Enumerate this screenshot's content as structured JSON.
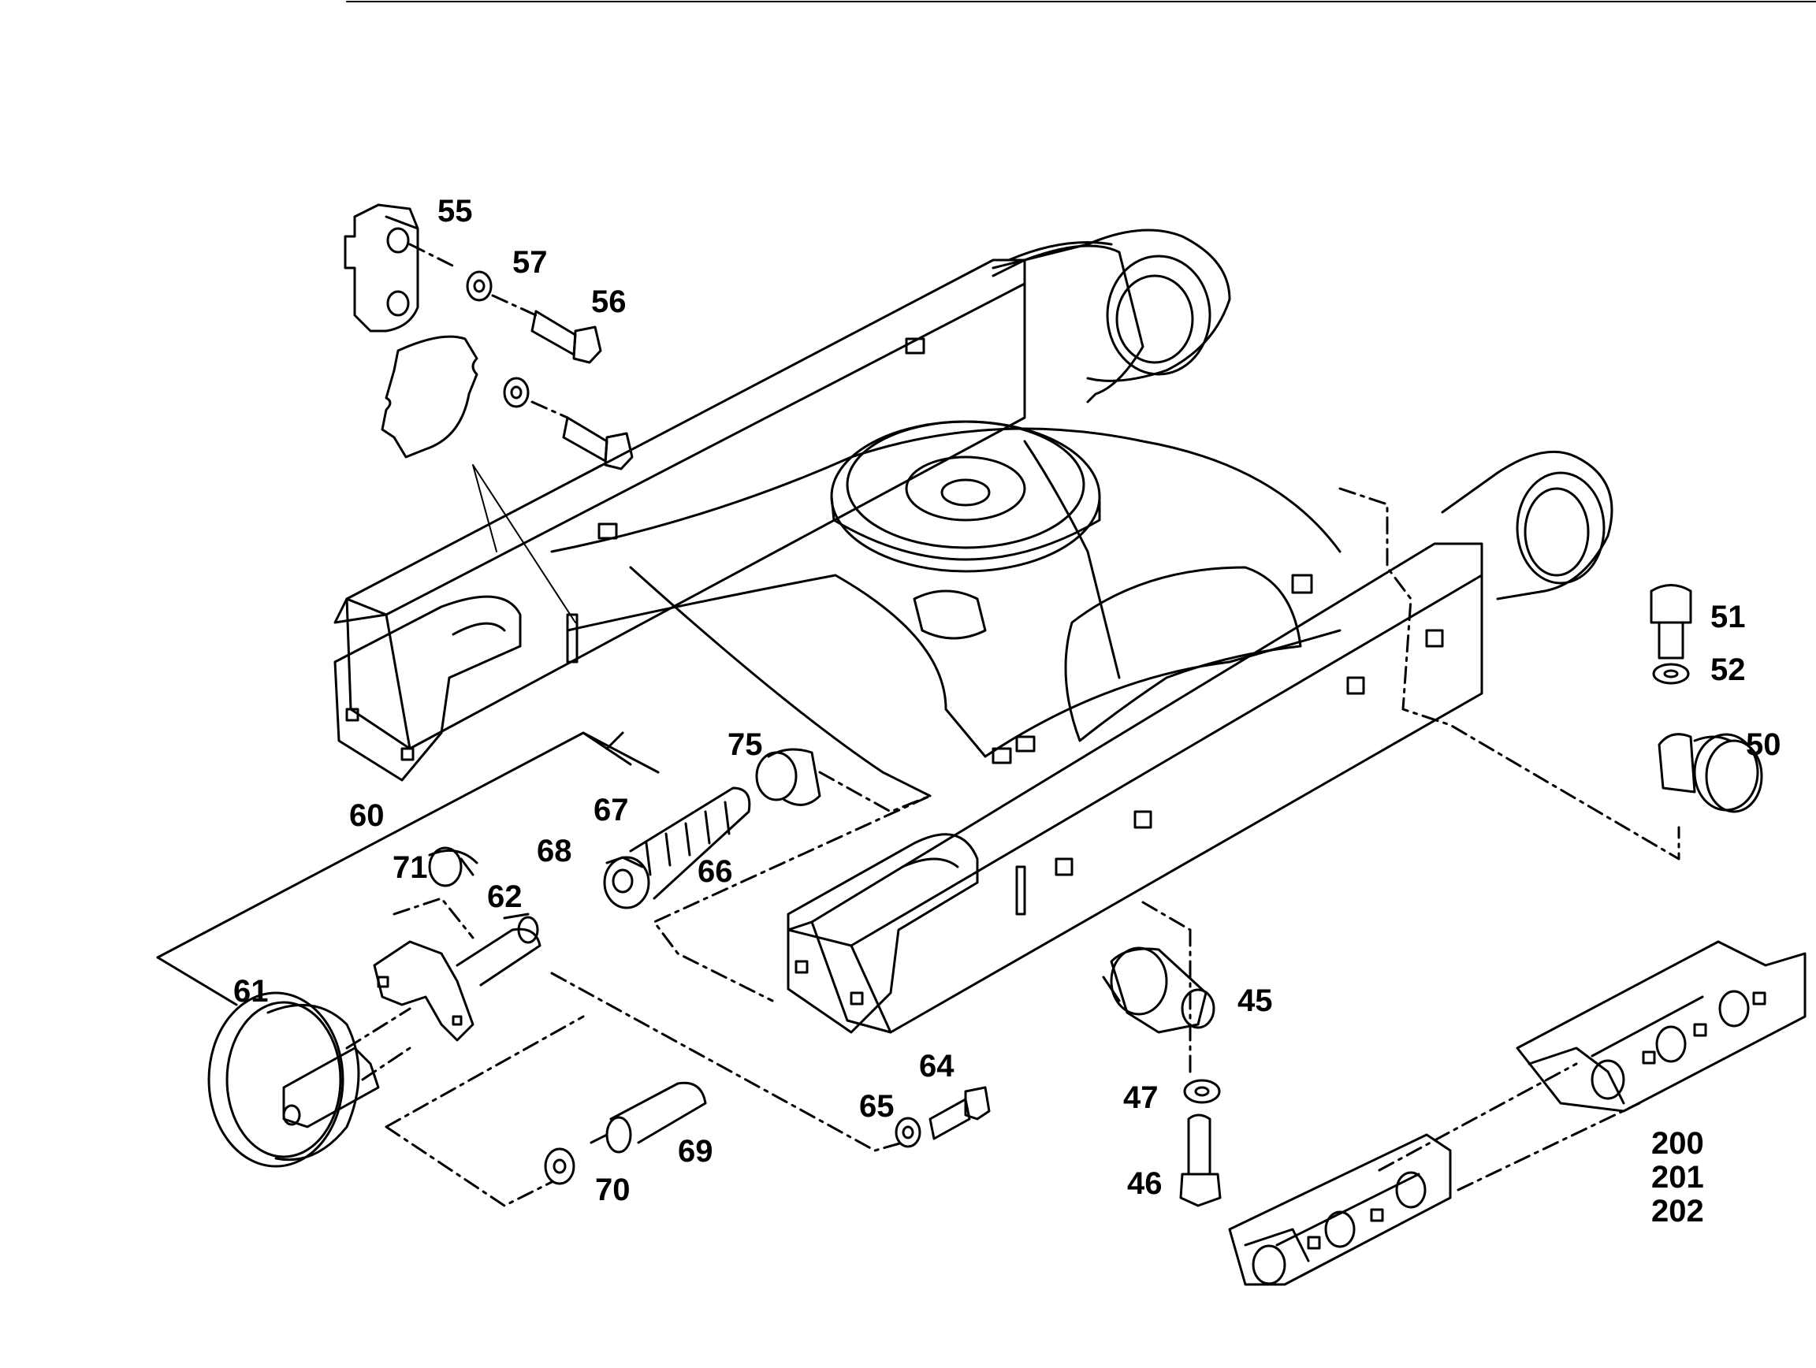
{
  "diagram": {
    "line_color": "#000000",
    "background": "#ffffff",
    "callouts": {
      "c55": "55",
      "c57": "57",
      "c56": "56",
      "c51": "51",
      "c52": "52",
      "c50": "50",
      "c75": "75",
      "c67": "67",
      "c68": "68",
      "c66": "66",
      "c60": "60",
      "c71": "71",
      "c62": "62",
      "c61": "61",
      "c45": "45",
      "c47": "47",
      "c46": "46",
      "c64": "64",
      "c65": "65",
      "c69": "69",
      "c70": "70",
      "c200": "200",
      "c201": "201",
      "c202": "202"
    }
  }
}
